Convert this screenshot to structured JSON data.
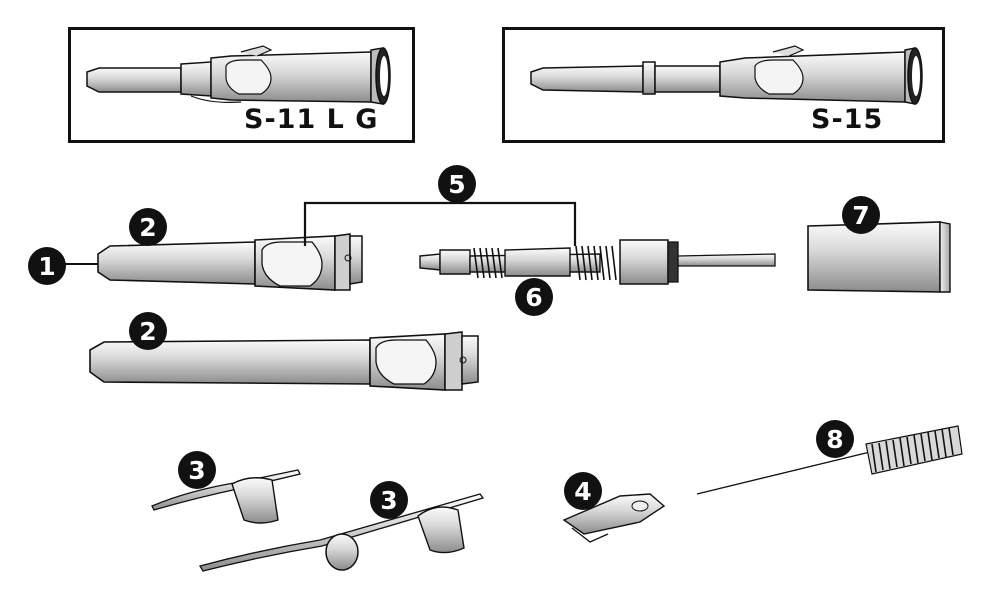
{
  "models": [
    {
      "id": "s11lg",
      "label": "S-11 L G"
    },
    {
      "id": "s15",
      "label": "S-15"
    }
  ],
  "callouts": [
    "1",
    "2",
    "2",
    "3",
    "3",
    "4",
    "5",
    "6",
    "7",
    "8"
  ],
  "colors": {
    "outline": "#111111",
    "metal_light": "#eeeeee",
    "metal_mid": "#c8c8c8",
    "metal_dark": "#8a8a8a",
    "badge_fill": "#111111",
    "badge_text": "#ffffff"
  }
}
